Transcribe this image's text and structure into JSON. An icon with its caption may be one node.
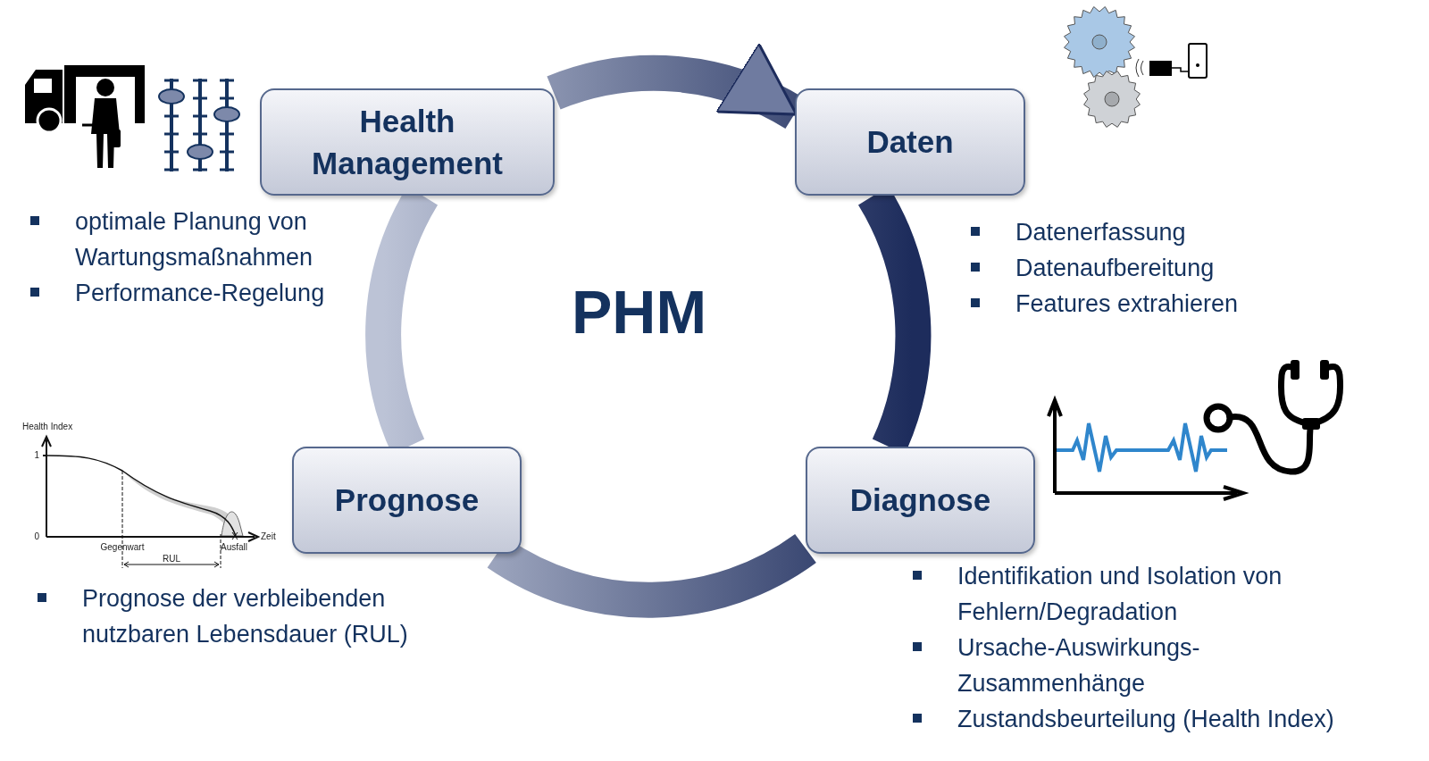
{
  "diagram": {
    "nodes": [
      {
        "text": [
          "Health Management"
        ],
        "beside": [
          "optimale Planung von Wartungsmaßnahmen",
          "Performance-Regelung"
        ]
      },
      {
        "text": [
          "Daten"
        ],
        "beside": [
          "Datenerfassung",
          "Datenaufbereitung",
          "Features extrahieren"
        ]
      },
      {
        "text": [
          "Diagnose"
        ],
        "beside": [
          "Identifikation und Isolation von Fehlern/Degradation",
          "Ursache-Auswirkungs-Zusammenhänge",
          "Zustandsbeurteilung (Health Index)"
        ]
      },
      {
        "text": [
          "Prognose"
        ],
        "beside": [
          "Prognose der verbleibenden nutzbaren Lebensdauer (RUL)"
        ]
      }
    ],
    "edges": [
      {
        "from": 0,
        "to": 1,
        "arrow": "to",
        "style": "thick"
      },
      {
        "from": 1,
        "to": 2,
        "arrow": "none",
        "style": "thick"
      },
      {
        "from": 2,
        "to": 3,
        "arrow": "none",
        "style": "thick"
      },
      {
        "from": 3,
        "to": 0,
        "arrow": "none",
        "style": "thick"
      }
    ],
    "labels": [
      "PHM",
      "Health Index",
      "1",
      "0",
      "Zeit",
      "Gegenwart",
      "Ausfall",
      "RUL"
    ]
  }
}
